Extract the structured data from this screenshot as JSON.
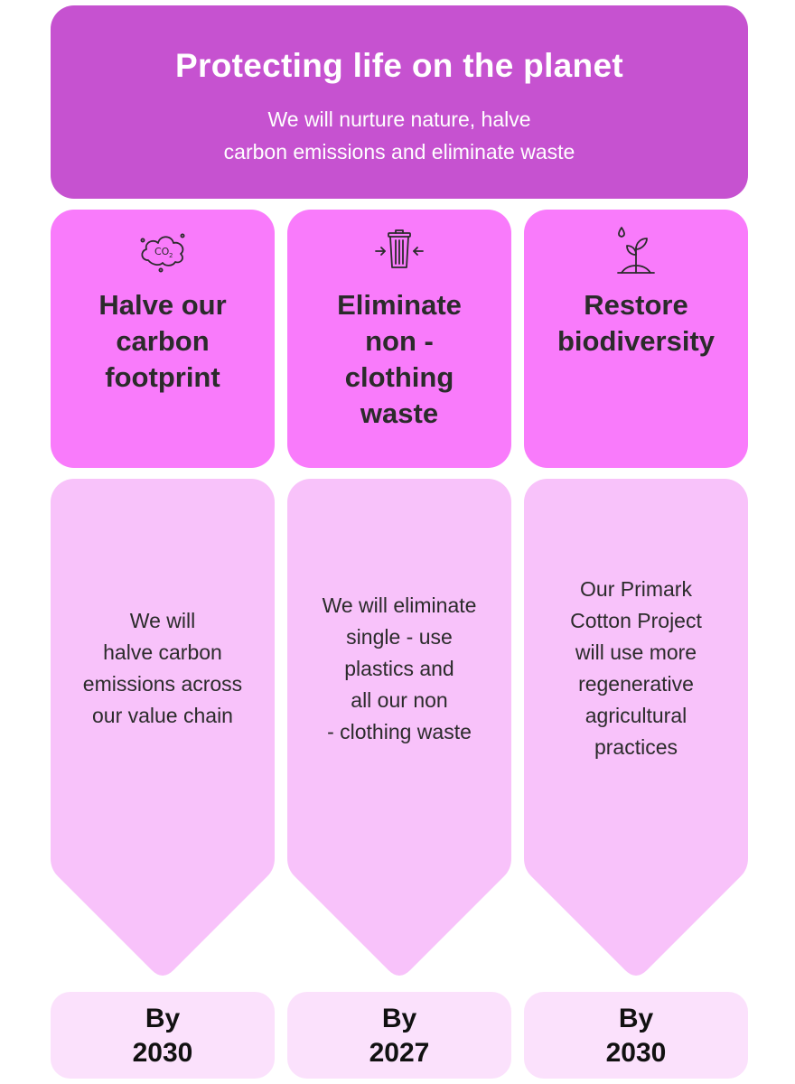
{
  "header": {
    "title": "Protecting life on the planet",
    "subtitle": "We will nurture nature, halve\ncarbon emissions and eliminate waste"
  },
  "colors": {
    "header_bg": "#c652d0",
    "top_card_bg": "#f97bfb",
    "arrow_bg": "#f8c2fa",
    "date_card_bg": "#fbe1fc"
  },
  "pillars": [
    {
      "icon": "co2-cloud-icon",
      "heading": "Halve our\ncarbon\nfootprint",
      "description": "We will\nhalve carbon\nemissions across\nour value chain",
      "by_label": "By",
      "year": "2030"
    },
    {
      "icon": "compressed-bin-icon",
      "heading": "Eliminate\nnon -\nclothing\nwaste",
      "description": "We will eliminate\nsingle - use\nplastics and\nall our non\n- clothing waste",
      "by_label": "By",
      "year": "2027"
    },
    {
      "icon": "sprouting-plant-icon",
      "heading": "Restore\nbiodiversity",
      "description": "Our Primark\nCotton Project\nwill use more\nregenerative\nagricultural\npractices",
      "by_label": "By",
      "year": "2030"
    }
  ]
}
